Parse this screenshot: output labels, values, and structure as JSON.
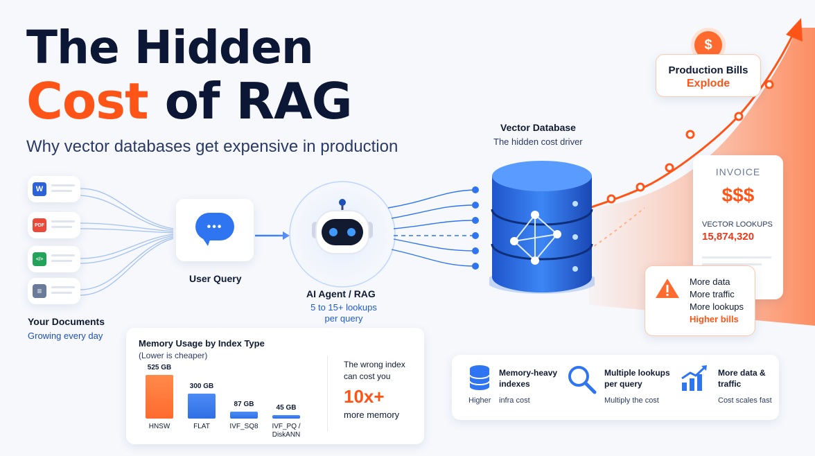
{
  "title": {
    "line1": "The Hidden",
    "line2_orange": "Cost",
    "line2_dark": "of RAG"
  },
  "subtitle": "Why vector databases get expensive in production",
  "documents": {
    "label": "Your Documents",
    "sublabel": "Growing every day",
    "icons": [
      {
        "name": "word-icon",
        "glyph": "W",
        "color": "#2b62d9"
      },
      {
        "name": "pdf-icon",
        "glyph": "PDF",
        "color": "#e94a3a"
      },
      {
        "name": "code-icon",
        "glyph": "</>",
        "color": "#23a35a"
      },
      {
        "name": "text-doc-icon",
        "glyph": "≡",
        "color": "#6b7a99"
      }
    ]
  },
  "user_query": {
    "label": "User Query",
    "icon": "chat-bubble-icon",
    "glyph": "•••"
  },
  "agent": {
    "label": "AI Agent / RAG",
    "sub1": "5 to 15+ lookups",
    "sub2": "per query",
    "icon": "robot-icon"
  },
  "vector_db": {
    "label": "Vector Database",
    "sublabel": "The hidden cost driver",
    "icon": "database-icon"
  },
  "production": {
    "line1": "Production Bills",
    "line2": "Explode",
    "icon": "dollar-icon",
    "glyph": "$"
  },
  "invoice": {
    "title": "INVOICE",
    "amount": "$$$",
    "lookups_label": "VECTOR LOOKUPS",
    "lookups_value": "15,874,320"
  },
  "warning": {
    "icon": "warning-icon",
    "lines": [
      "More data",
      "More traffic",
      "More lookups"
    ],
    "highlight": "Higher bills"
  },
  "memory_chart": {
    "title": "Memory Usage by Index Type",
    "note": "(Lower is cheaper)",
    "callout1": "The wrong index",
    "callout2": "can cost you",
    "big": "10x+",
    "big_sub": "more memory"
  },
  "chart_data": {
    "type": "bar",
    "title": "Memory Usage by Index Type",
    "subtitle": "(Lower is cheaper)",
    "categories": [
      "HNSW",
      "FLAT",
      "IVF_SQ8",
      "IVF_PQ / DiskANN"
    ],
    "values": [
      525,
      300,
      87,
      45
    ],
    "data_labels": [
      "525 GB",
      "300 GB",
      "87 GB",
      "45 GB"
    ],
    "units": "GB",
    "ylim": [
      0,
      525
    ],
    "colors": [
      "#ff7a3d",
      "#3f7ff0",
      "#3f7ff0",
      "#3f7ff0"
    ]
  },
  "features": [
    {
      "title": "Memory-heavy indexes",
      "left": "Higher",
      "sub": "infra cost",
      "icon": "database-stack-icon"
    },
    {
      "title": "Multiple lookups per query",
      "sub": "Multiply the cost",
      "icon": "magnifier-icon"
    },
    {
      "title": "More data & traffic",
      "sub": "Cost scales fast",
      "icon": "growth-chart-icon"
    }
  ],
  "colors": {
    "accent": "#ff5418",
    "brand_blue": "#2f74f0",
    "dark": "#0b1735"
  }
}
